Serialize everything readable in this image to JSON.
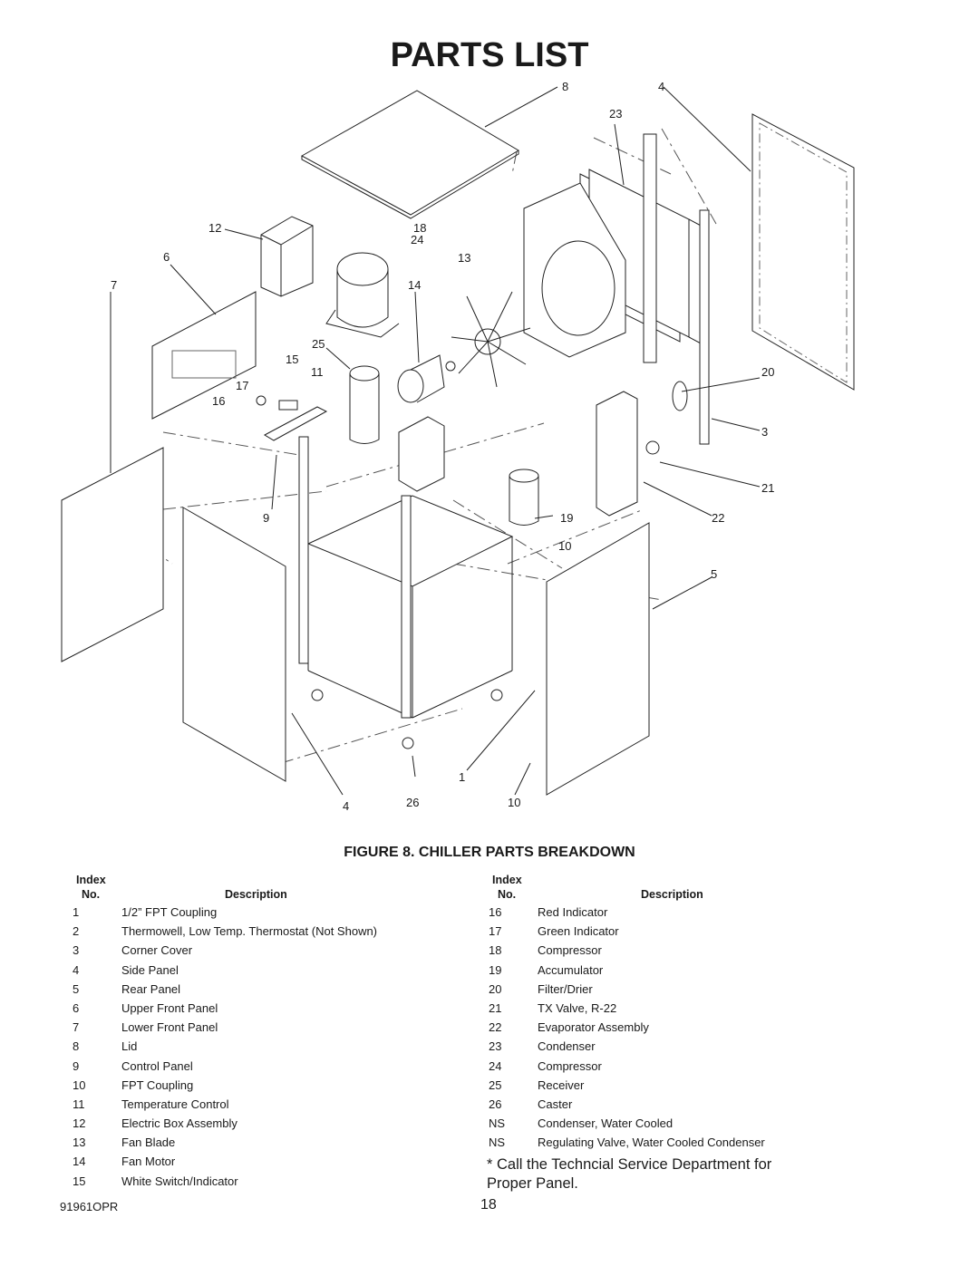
{
  "page": {
    "title": "PARTS LIST",
    "figure_caption": "FIGURE 8. CHILLER PARTS BREAKDOWN",
    "doc_code": "91961OPR",
    "page_number": "18",
    "note_line1": "* Call the Techncial Service Department for",
    "note_line2": "Proper Panel."
  },
  "diagram": {
    "callouts": [
      "8",
      "4",
      "23",
      "12",
      "18",
      "24",
      "6",
      "13",
      "7",
      "14",
      "25",
      "15",
      "11",
      "17",
      "16",
      "20",
      "3",
      "21",
      "9",
      "19",
      "22",
      "10",
      "5",
      "1",
      "4",
      "26",
      "10"
    ]
  },
  "table_headers": {
    "index": "Index",
    "no": "No.",
    "description": "Description"
  },
  "parts_left": [
    {
      "no": "1",
      "description": "1/2” FPT Coupling"
    },
    {
      "no": "2",
      "description": "Thermowell, Low Temp. Thermostat (Not Shown)"
    },
    {
      "no": "3",
      "description": "Corner Cover"
    },
    {
      "no": "4",
      "description": "Side Panel"
    },
    {
      "no": "5",
      "description": "Rear Panel"
    },
    {
      "no": "6",
      "description": "Upper Front Panel"
    },
    {
      "no": "7",
      "description": "Lower Front Panel"
    },
    {
      "no": "8",
      "description": "Lid"
    },
    {
      "no": "9",
      "description": "Control Panel"
    },
    {
      "no": "10",
      "description": "FPT Coupling"
    },
    {
      "no": "11",
      "description": "Temperature Control"
    },
    {
      "no": "12",
      "description": "Electric Box Assembly"
    },
    {
      "no": "13",
      "description": "Fan Blade"
    },
    {
      "no": "14",
      "description": "Fan Motor"
    },
    {
      "no": "15",
      "description": "White Switch/Indicator"
    }
  ],
  "parts_right": [
    {
      "no": "16",
      "description": "Red Indicator"
    },
    {
      "no": "17",
      "description": "Green Indicator"
    },
    {
      "no": "18",
      "description": "Compressor"
    },
    {
      "no": "19",
      "description": "Accumulator"
    },
    {
      "no": "20",
      "description": "Filter/Drier"
    },
    {
      "no": "21",
      "description": "TX Valve, R-22"
    },
    {
      "no": "22",
      "description": "Evaporator Assembly"
    },
    {
      "no": "23",
      "description": "Condenser"
    },
    {
      "no": "24",
      "description": "Compressor"
    },
    {
      "no": "25",
      "description": "Receiver"
    },
    {
      "no": "26",
      "description": "Caster"
    },
    {
      "no": "NS",
      "description": "Condenser, Water Cooled"
    },
    {
      "no": "NS",
      "description": "Regulating Valve, Water Cooled Condenser"
    }
  ]
}
